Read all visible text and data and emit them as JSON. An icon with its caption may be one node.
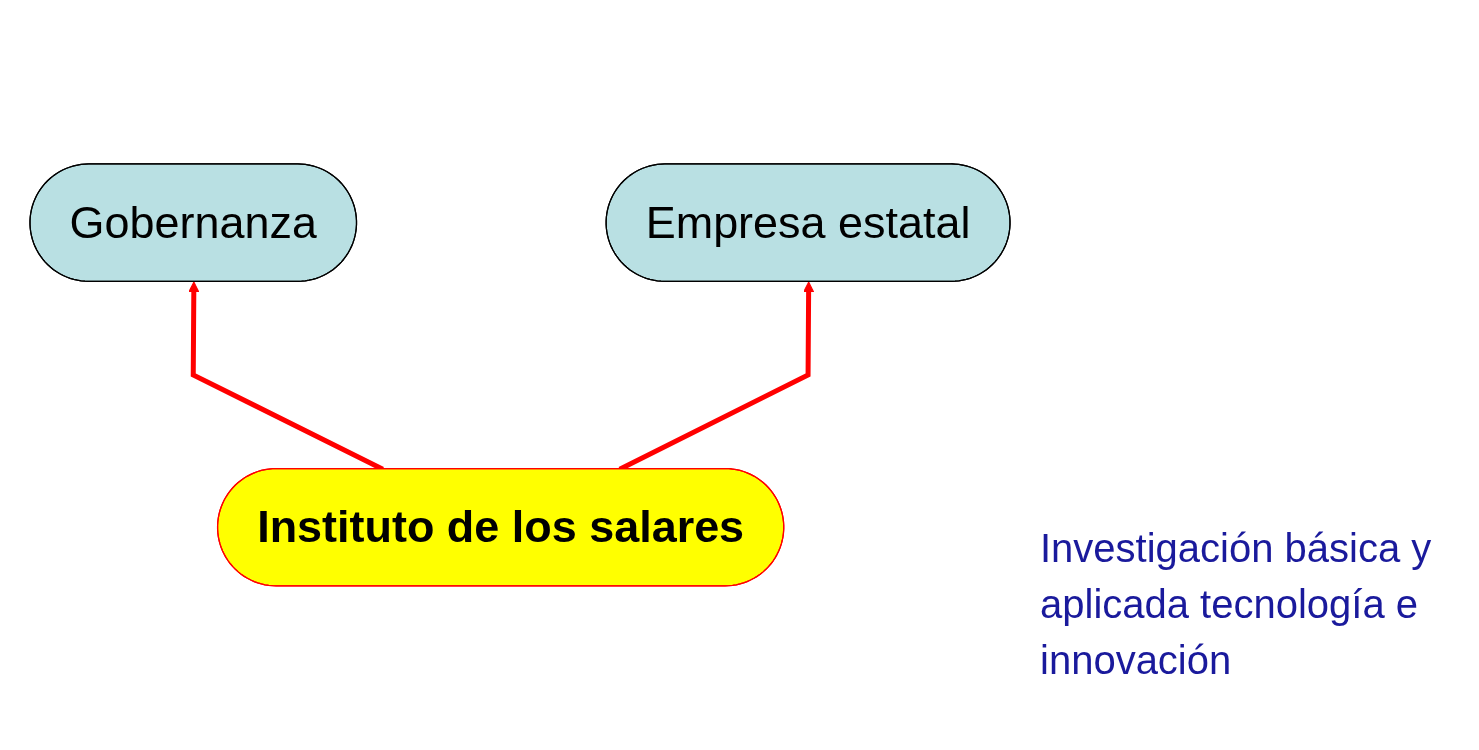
{
  "diagram": {
    "nodes": [
      {
        "text": [
          "Gobernanza"
        ]
      },
      {
        "text": [
          "Empresa estatal"
        ]
      },
      {
        "text": [
          "Instituto de los salares"
        ]
      }
    ],
    "edges": [
      {
        "from": 2,
        "to": 0,
        "arrow": "to",
        "color": "#ff0000"
      },
      {
        "from": 2,
        "to": 1,
        "arrow": "to",
        "color": "#ff0000"
      }
    ],
    "labels": [
      "Investigación básica y aplicada tecnología e innovación"
    ]
  }
}
